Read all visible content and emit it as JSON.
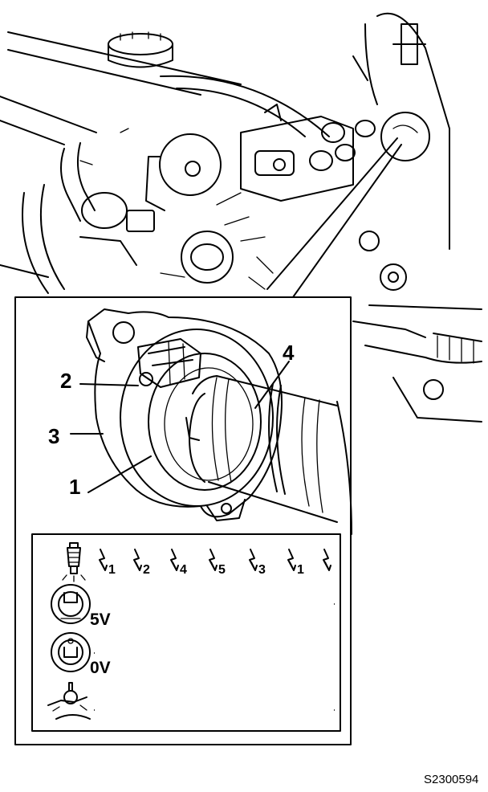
{
  "callouts": [
    "1",
    "2",
    "3",
    "4"
  ],
  "voltage_high": "5V",
  "voltage_low": "0V",
  "firing_sequence": [
    "1",
    "2",
    "4",
    "5",
    "3",
    "1"
  ],
  "figure_code": "S2300594",
  "icons": [
    "engine-bay-drawing",
    "sensor-detail-drawing",
    "spark-plug-icon",
    "sensor-high-icon",
    "sensor-low-icon",
    "camshaft-icon",
    "spark-symbol-icon"
  ]
}
